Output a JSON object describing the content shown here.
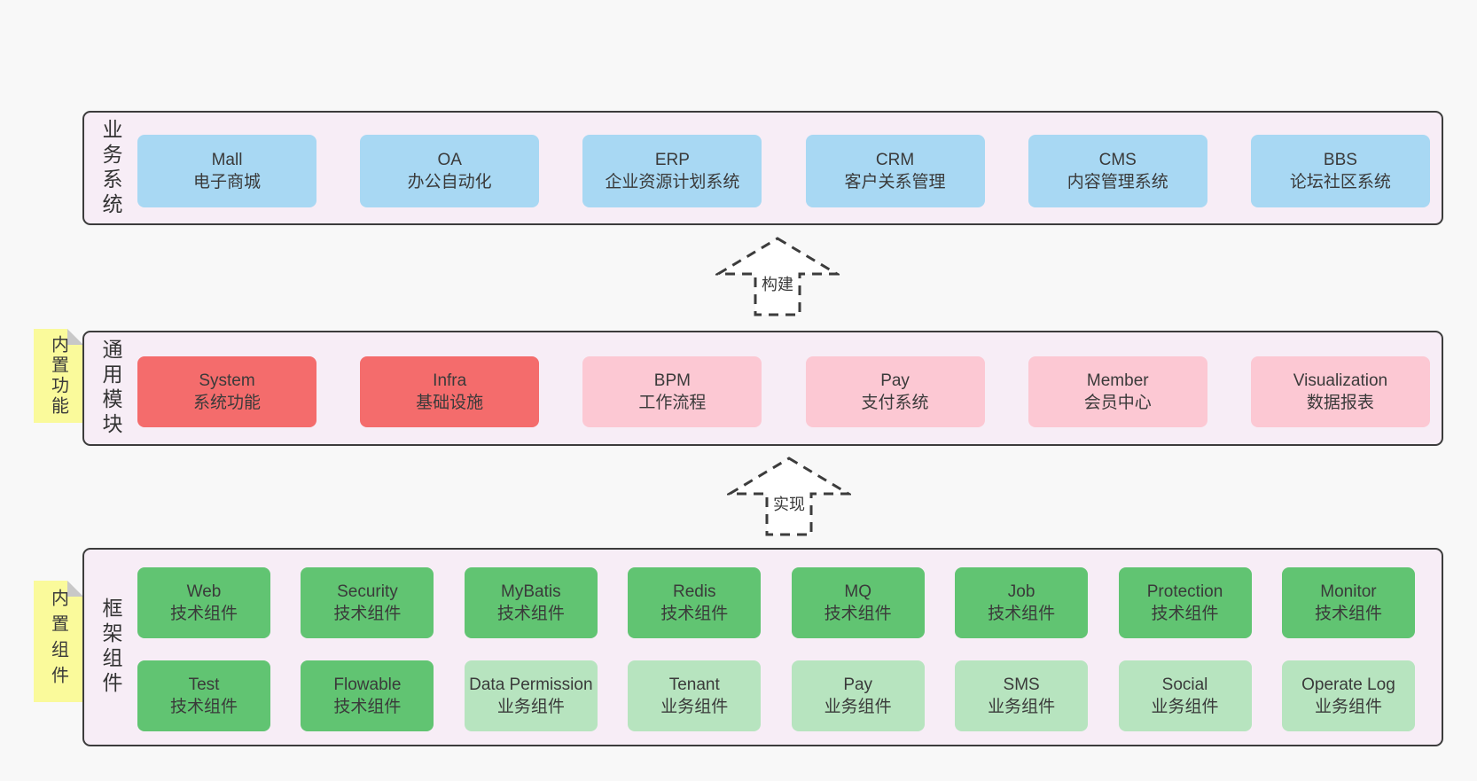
{
  "colors": {
    "page_bg": "#f8f8f8",
    "panel_bg": "#f7edf6",
    "panel_border": "#3c3c3c",
    "blue": "#a8d8f3",
    "red": "#f46c6c",
    "pink": "#fcc8d3",
    "green": "#61c472",
    "lightgreen": "#b7e4bf",
    "sticky_yellow": "#fafa9b",
    "sticky_fold": "#c8c8c8",
    "text": "#3a3a3a"
  },
  "sections": {
    "business": {
      "side_label": "业务系统",
      "boxes": [
        {
          "name": "Mall",
          "desc": "电子商城",
          "variant": "blue"
        },
        {
          "name": "OA",
          "desc": "办公自动化",
          "variant": "blue"
        },
        {
          "name": "ERP",
          "desc": "企业资源计划系统",
          "variant": "blue"
        },
        {
          "name": "CRM",
          "desc": "客户关系管理",
          "variant": "blue"
        },
        {
          "name": "CMS",
          "desc": "内容管理系统",
          "variant": "blue"
        },
        {
          "name": "BBS",
          "desc": "论坛社区系统",
          "variant": "blue"
        }
      ]
    },
    "common": {
      "side_label": "通用模块",
      "sticky_label": "内置功能",
      "boxes": [
        {
          "name": "System",
          "desc": "系统功能",
          "variant": "red"
        },
        {
          "name": "Infra",
          "desc": "基础设施",
          "variant": "red"
        },
        {
          "name": "BPM",
          "desc": "工作流程",
          "variant": "pink"
        },
        {
          "name": "Pay",
          "desc": "支付系统",
          "variant": "pink"
        },
        {
          "name": "Member",
          "desc": "会员中心",
          "variant": "pink"
        },
        {
          "name": "Visualization",
          "desc": "数据报表",
          "variant": "pink"
        }
      ]
    },
    "framework": {
      "side_label": "框架组件",
      "sticky_label": "内置组件",
      "row1": [
        {
          "name": "Web",
          "desc": "技术组件",
          "variant": "green"
        },
        {
          "name": "Security",
          "desc": "技术组件",
          "variant": "green"
        },
        {
          "name": "MyBatis",
          "desc": "技术组件",
          "variant": "green"
        },
        {
          "name": "Redis",
          "desc": "技术组件",
          "variant": "green"
        },
        {
          "name": "MQ",
          "desc": "技术组件",
          "variant": "green"
        },
        {
          "name": "Job",
          "desc": "技术组件",
          "variant": "green"
        },
        {
          "name": "Protection",
          "desc": "技术组件",
          "variant": "green"
        },
        {
          "name": "Monitor",
          "desc": "技术组件",
          "variant": "green"
        }
      ],
      "row2": [
        {
          "name": "Test",
          "desc": "技术组件",
          "variant": "green"
        },
        {
          "name": "Flowable",
          "desc": "技术组件",
          "variant": "green"
        },
        {
          "name": "Data Permission",
          "desc": "业务组件",
          "variant": "lightgreen"
        },
        {
          "name": "Tenant",
          "desc": "业务组件",
          "variant": "lightgreen"
        },
        {
          "name": "Pay",
          "desc": "业务组件",
          "variant": "lightgreen"
        },
        {
          "name": "SMS",
          "desc": "业务组件",
          "variant": "lightgreen"
        },
        {
          "name": "Social",
          "desc": "业务组件",
          "variant": "lightgreen"
        },
        {
          "name": "Operate Log",
          "desc": "业务组件",
          "variant": "lightgreen"
        }
      ]
    }
  },
  "arrows": {
    "build": {
      "label": "构建"
    },
    "implement": {
      "label": "实现"
    }
  }
}
